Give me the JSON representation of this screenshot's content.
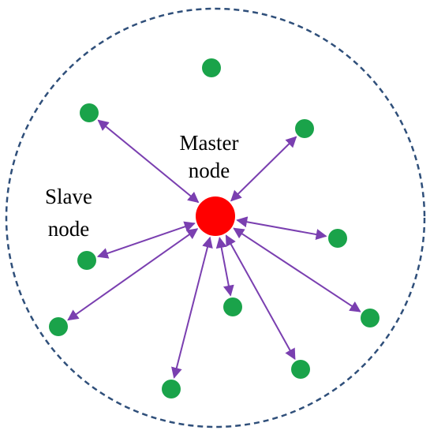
{
  "labels": {
    "master_line1": "Master",
    "master_line2": "node",
    "slave_line1": "Slave",
    "slave_line2": "node"
  },
  "colors": {
    "boundary": "#2f4f7a",
    "master": "#ff0000",
    "slave": "#1aa34a",
    "link": "#7a3fb0",
    "text": "#000000"
  },
  "slave_nodes": [
    {
      "id": "slave-1",
      "linked": false
    },
    {
      "id": "slave-2",
      "linked": true
    },
    {
      "id": "slave-3",
      "linked": true
    },
    {
      "id": "slave-4",
      "linked": true
    },
    {
      "id": "slave-5",
      "linked": true
    },
    {
      "id": "slave-6",
      "linked": true
    },
    {
      "id": "slave-7",
      "linked": true
    },
    {
      "id": "slave-8",
      "linked": true
    },
    {
      "id": "slave-9",
      "linked": true
    },
    {
      "id": "slave-10",
      "linked": true
    },
    {
      "id": "slave-11",
      "linked": true
    }
  ]
}
